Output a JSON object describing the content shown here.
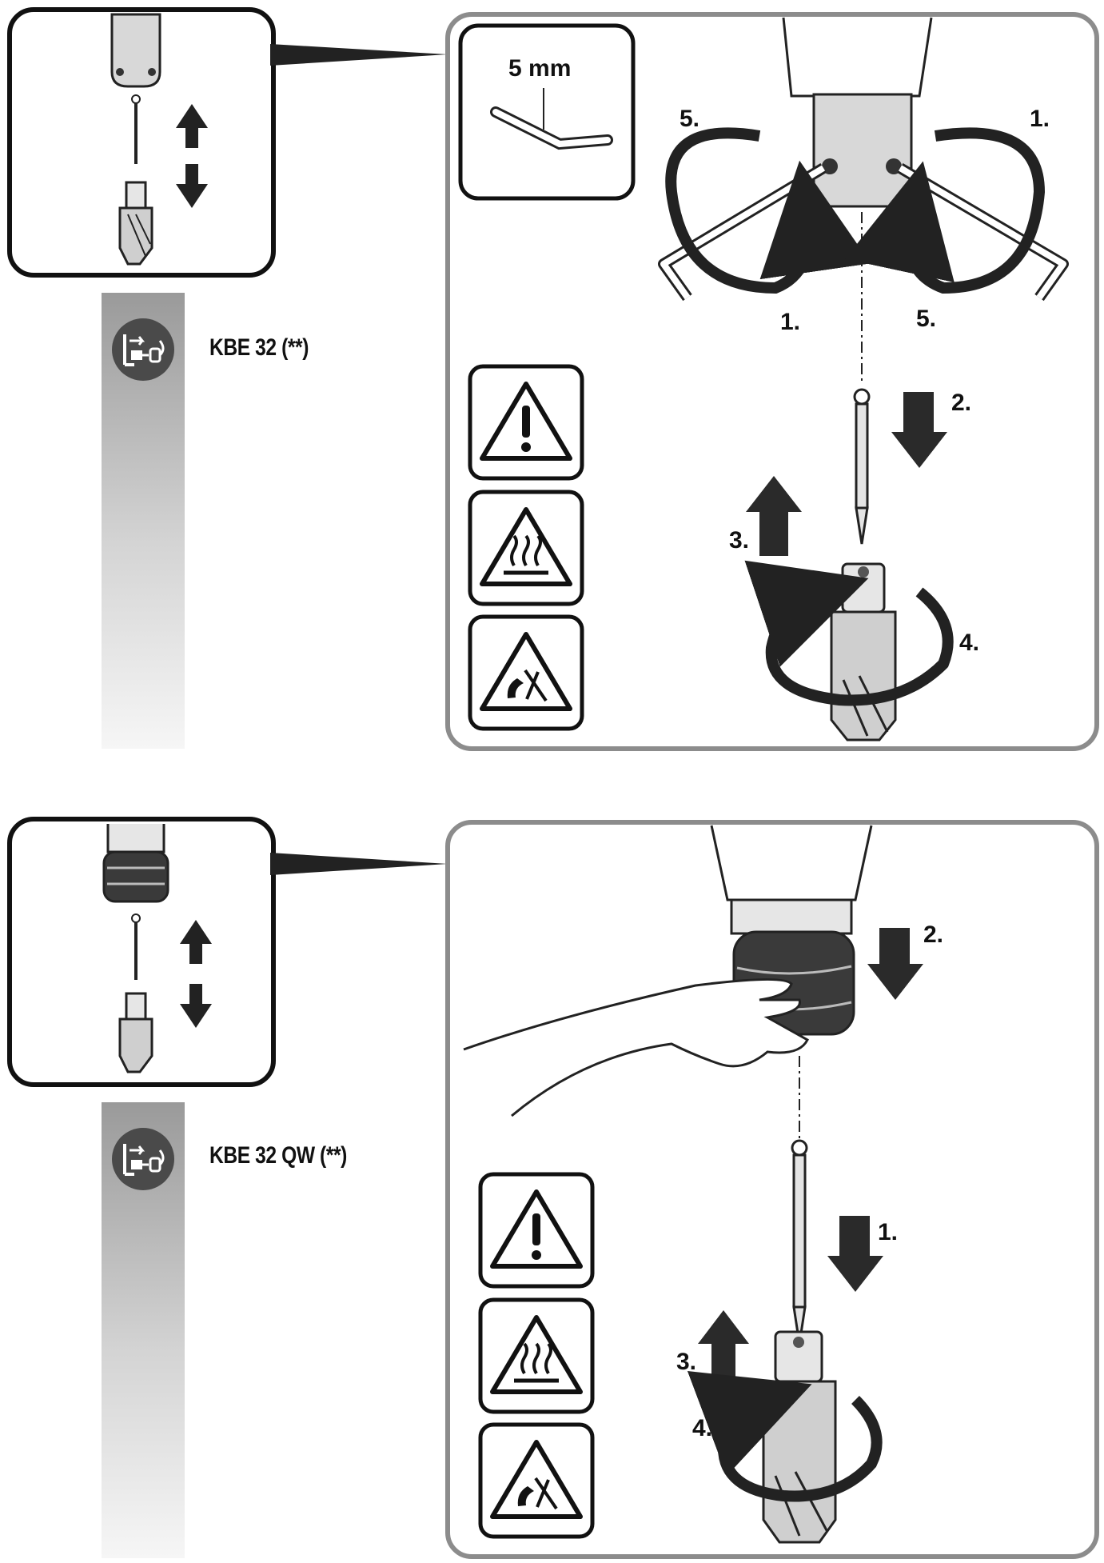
{
  "sections": [
    {
      "model_label": "KBE 32 (**)",
      "key_size": "5 mm",
      "steps": [
        "1.",
        "1.",
        "2.",
        "3.",
        "4.",
        "5.",
        "5."
      ]
    },
    {
      "model_label": "KBE 32 QW (**)",
      "steps": [
        "1.",
        "2.",
        "3.",
        "4."
      ]
    }
  ],
  "icons": {
    "unplug": "unplug-before-servicing-icon",
    "warning": "general-warning-icon",
    "hot": "hot-surface-warning-icon",
    "cut": "cut-hazard-warning-icon"
  }
}
